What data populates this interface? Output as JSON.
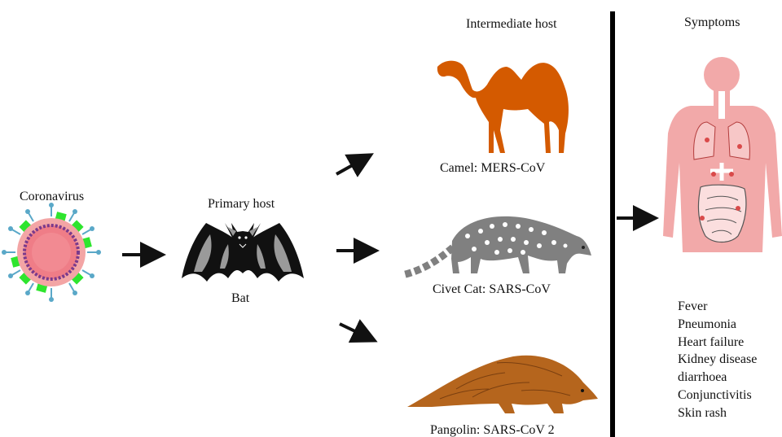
{
  "virus": {
    "label": "Coronavirus"
  },
  "primary": {
    "heading": "Primary host",
    "animal": "Bat"
  },
  "intermediate": {
    "heading": "Intermediate host",
    "hosts": [
      {
        "label": "Camel: MERS-CoV",
        "icon": "camel-icon",
        "color": "#d45a00"
      },
      {
        "label": "Civet Cat: SARS-CoV",
        "icon": "civet-icon",
        "color": "#808080"
      },
      {
        "label": "Pangolin: SARS-CoV 2",
        "icon": "pangolin-icon",
        "color": "#b5651d"
      }
    ]
  },
  "symptoms": {
    "heading": "Symptoms",
    "items": [
      "Fever",
      "Pneumonia",
      "Heart failure",
      "Kidney disease",
      "diarrhoea",
      "Conjunctivitis",
      "Skin rash"
    ]
  },
  "colors": {
    "arrow": "#111111",
    "divider": "#000000",
    "body": "#f2a9a9",
    "virus_core": "#f07f8a",
    "spike": "#2ee52e"
  }
}
